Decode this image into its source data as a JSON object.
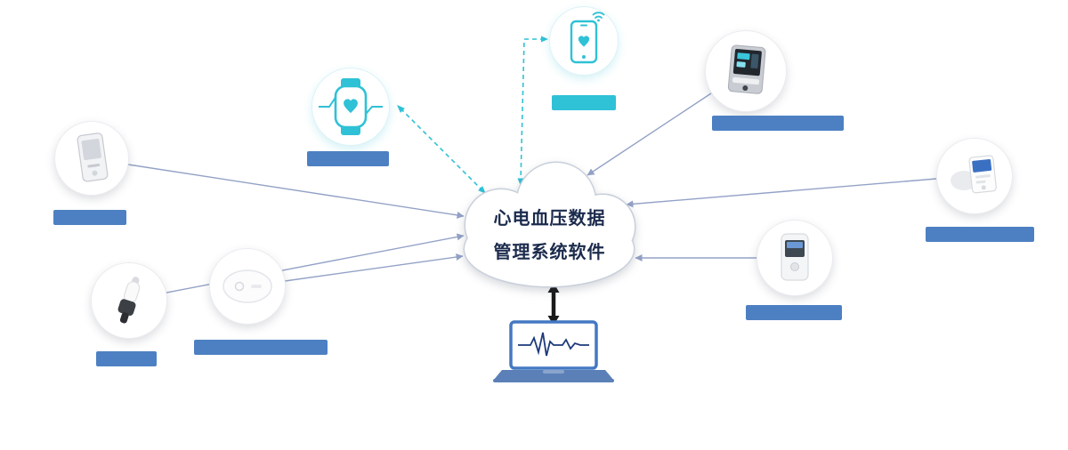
{
  "cloud": {
    "title_line1": "心电血压数据",
    "title_line2": "管理系统软件"
  },
  "nodes": [
    {
      "id": "smartphone-app",
      "icon": "smartphone-heart-icon",
      "label": "",
      "label_color": "#2fc1d6"
    },
    {
      "id": "smartwatch",
      "icon": "smartwatch-ecg-icon",
      "label": "",
      "label_color": "#4d80c2"
    },
    {
      "id": "handheld-ecg-monitor",
      "icon": "handheld-ecg-device-icon",
      "label": "",
      "label_color": "#4d80c2"
    },
    {
      "id": "ear-device",
      "icon": "ear-device-icon",
      "label": "",
      "label_color": "#4d80c2"
    },
    {
      "id": "oval-recorder",
      "icon": "oval-recorder-icon",
      "label": "",
      "label_color": "#4d80c2"
    },
    {
      "id": "bp-monitor",
      "icon": "blood-pressure-monitor-icon",
      "label": "",
      "label_color": "#4d80c2"
    },
    {
      "id": "ambulatory-bp-recorder",
      "icon": "ambulatory-bp-device-icon",
      "label": "",
      "label_color": "#4d80c2"
    },
    {
      "id": "holter-recorder",
      "icon": "holter-recorder-icon",
      "label": "",
      "label_color": "#4d80c2"
    }
  ],
  "laptop": {
    "id": "pc-client",
    "icon": "laptop-ecg-icon"
  },
  "colors": {
    "accent_teal": "#2fc1d6",
    "label_blue": "#4d80c2",
    "connector_gray": "#93a2c6",
    "cloud_text": "#1c2b4d",
    "black_arrow": "#1a1a1a",
    "laptop_blue": "#4478c2"
  }
}
